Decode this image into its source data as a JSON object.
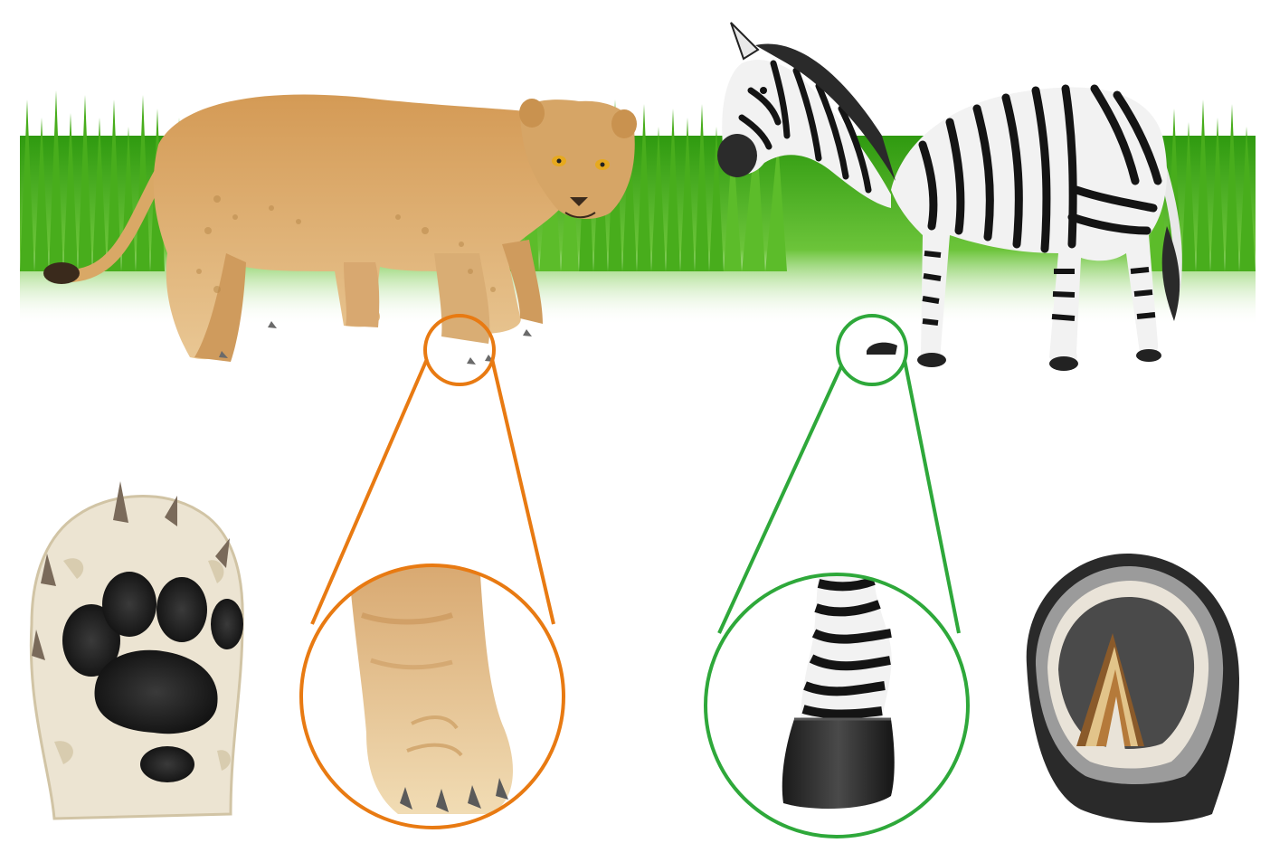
{
  "figure": {
    "title": "",
    "subjects": [
      {
        "name": "lion",
        "foot_type": "paw",
        "highlight_color": "#e87a12"
      },
      {
        "name": "zebra",
        "foot_type": "hoof",
        "highlight_color": "#2ea83a"
      }
    ]
  },
  "colors": {
    "background": "#ffffff",
    "grass_light": "#a9e27a",
    "grass_dark": "#3a9a12",
    "lion_fur": "#d7a86a",
    "lion_fur_shadow": "#b98a4c",
    "zebra_stripe": "#141414",
    "zebra_white": "#f2f2f2",
    "paw_pad": "#1a1a1a",
    "hoof_dark": "#232323"
  },
  "icons": {
    "lion": "lion-illustration",
    "zebra": "zebra-illustration",
    "paw": "paw-pad-icon",
    "hoof": "hoof-sole-icon"
  }
}
